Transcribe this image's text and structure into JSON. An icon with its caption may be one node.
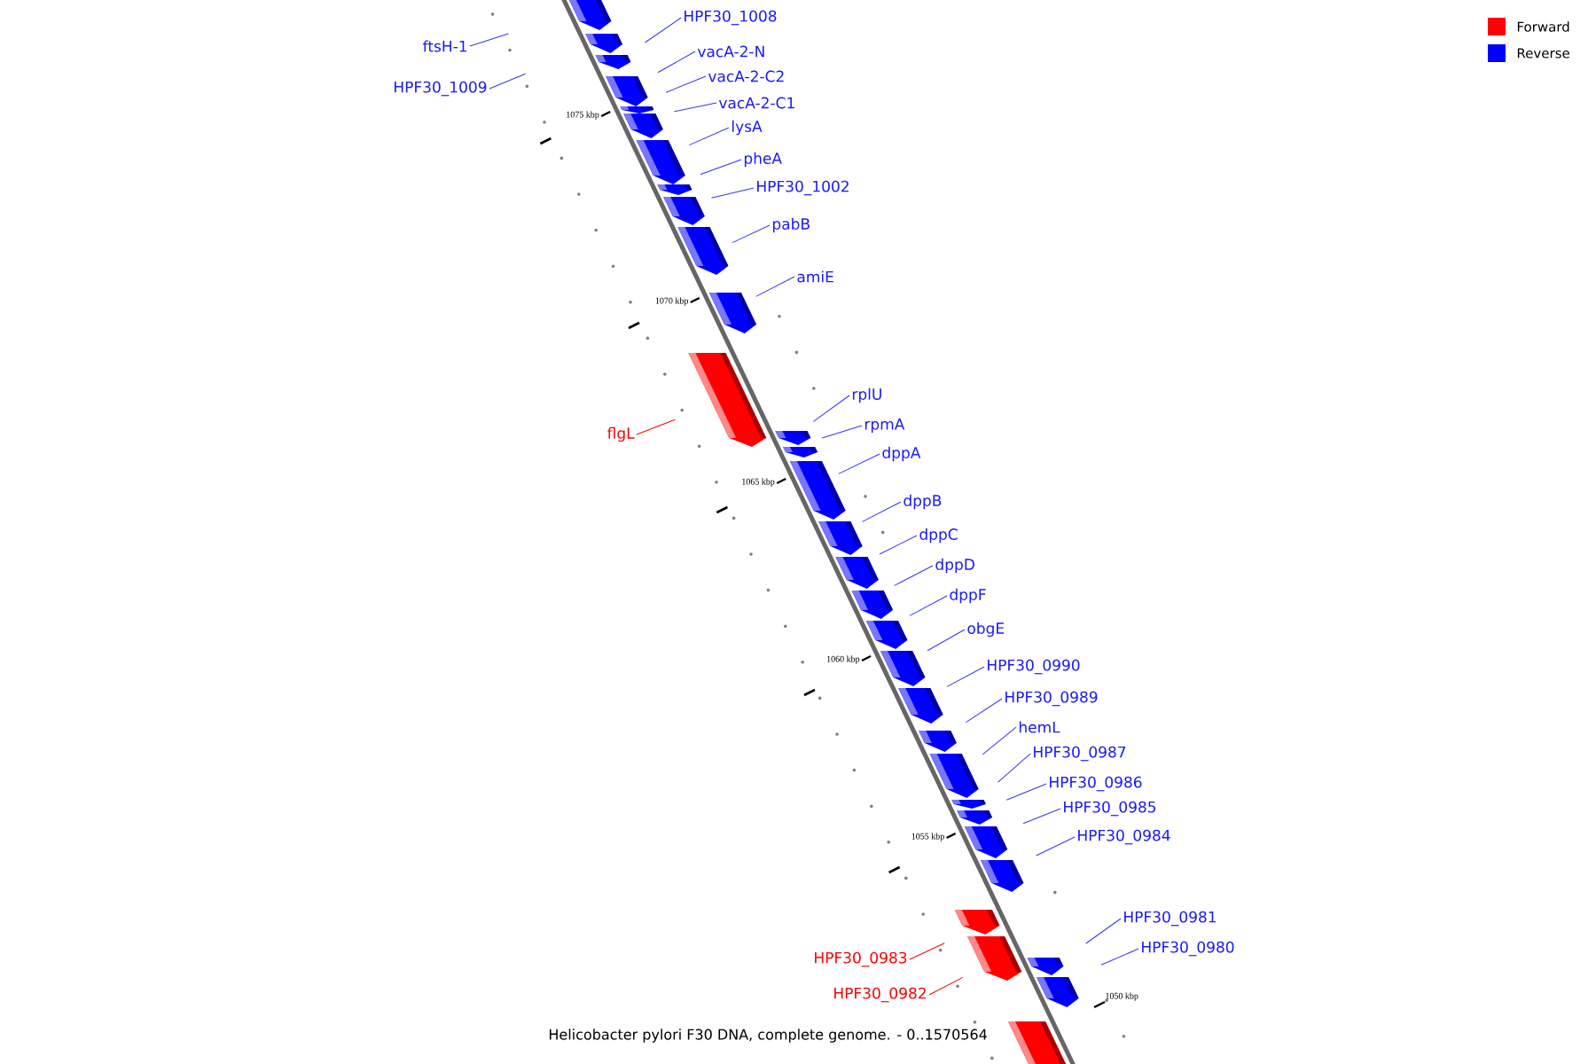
{
  "diagram": {
    "title": "Helicobacter pylori F30 DNA, complete genome. - 0..1570564",
    "nodes": [
      {
        "text": [
          "HPF30_1008"
        ]
      },
      {
        "text": [
          "ftsH-1"
        ]
      },
      {
        "text": [
          "vacA-2-N"
        ]
      },
      {
        "text": [
          "vacA-2-C2"
        ]
      },
      {
        "text": [
          "HPF30_1009"
        ]
      },
      {
        "text": [
          "vacA-2-C1"
        ]
      },
      {
        "text": [
          "lysA"
        ]
      },
      {
        "text": [
          "pheA"
        ]
      },
      {
        "text": [
          "HPF30_1002"
        ]
      },
      {
        "text": [
          "pabB"
        ]
      },
      {
        "text": [
          "amiE"
        ]
      },
      {
        "text": [
          "rplU"
        ]
      },
      {
        "text": [
          "rpmA"
        ]
      },
      {
        "text": [
          "flgL"
        ]
      },
      {
        "text": [
          "dppA"
        ]
      },
      {
        "text": [
          "dppB"
        ]
      },
      {
        "text": [
          "dppC"
        ]
      },
      {
        "text": [
          "dppD"
        ]
      },
      {
        "text": [
          "dppF"
        ]
      },
      {
        "text": [
          "obgE"
        ]
      },
      {
        "text": [
          "HPF30_0990"
        ]
      },
      {
        "text": [
          "HPF30_0989"
        ]
      },
      {
        "text": [
          "hemL"
        ]
      },
      {
        "text": [
          "HPF30_0987"
        ]
      },
      {
        "text": [
          "HPF30_0986"
        ]
      },
      {
        "text": [
          "HPF30_0985"
        ]
      },
      {
        "text": [
          "HPF30_0984"
        ]
      },
      {
        "text": [
          "HPF30_0981"
        ]
      },
      {
        "text": [
          "HPF30_0980"
        ]
      },
      {
        "text": [
          "HPF30_0983"
        ]
      },
      {
        "text": [
          "HPF30_0982"
        ]
      }
    ],
    "edges": [
      {
        "from": 0,
        "to": null,
        "arrow": "none"
      },
      {
        "from": 1,
        "to": null,
        "arrow": "none"
      },
      {
        "from": 2,
        "to": null,
        "arrow": "none"
      },
      {
        "from": 3,
        "to": null,
        "arrow": "none"
      },
      {
        "from": 4,
        "to": null,
        "arrow": "none"
      },
      {
        "from": 5,
        "to": null,
        "arrow": "none"
      },
      {
        "from": 6,
        "to": null,
        "arrow": "none"
      },
      {
        "from": 7,
        "to": null,
        "arrow": "none"
      },
      {
        "from": 8,
        "to": null,
        "arrow": "none"
      },
      {
        "from": 9,
        "to": null,
        "arrow": "none"
      },
      {
        "from": 10,
        "to": null,
        "arrow": "none"
      },
      {
        "from": 11,
        "to": null,
        "arrow": "none"
      },
      {
        "from": 12,
        "to": null,
        "arrow": "none"
      },
      {
        "from": 13,
        "to": null,
        "arrow": "none",
        "color": "#ff0000"
      },
      {
        "from": 14,
        "to": null,
        "arrow": "none"
      },
      {
        "from": 15,
        "to": null,
        "arrow": "none"
      },
      {
        "from": 16,
        "to": null,
        "arrow": "none"
      },
      {
        "from": 17,
        "to": null,
        "arrow": "none"
      },
      {
        "from": 18,
        "to": null,
        "arrow": "none"
      },
      {
        "from": 19,
        "to": null,
        "arrow": "none"
      },
      {
        "from": 20,
        "to": null,
        "arrow": "none"
      },
      {
        "from": 21,
        "to": null,
        "arrow": "none"
      },
      {
        "from": 22,
        "to": null,
        "arrow": "none"
      },
      {
        "from": 23,
        "to": null,
        "arrow": "none"
      },
      {
        "from": 24,
        "to": null,
        "arrow": "none"
      },
      {
        "from": 25,
        "to": null,
        "arrow": "none"
      },
      {
        "from": 26,
        "to": null,
        "arrow": "none"
      },
      {
        "from": 27,
        "to": null,
        "arrow": "none"
      },
      {
        "from": 28,
        "to": null,
        "arrow": "none"
      },
      {
        "from": 29,
        "to": null,
        "arrow": "none",
        "color": "#ff0000"
      },
      {
        "from": 30,
        "to": null,
        "arrow": "none",
        "color": "#ff0000"
      }
    ],
    "labels": [
      "1075 kbp",
      "1070 kbp",
      "1065 kbp",
      "1060 kbp",
      "1055 kbp",
      "1050 kbp"
    ],
    "legend": [
      {
        "text": "Forward",
        "color": "#ff0000"
      },
      {
        "text": "Reverse",
        "color": "#0000ff"
      }
    ]
  }
}
